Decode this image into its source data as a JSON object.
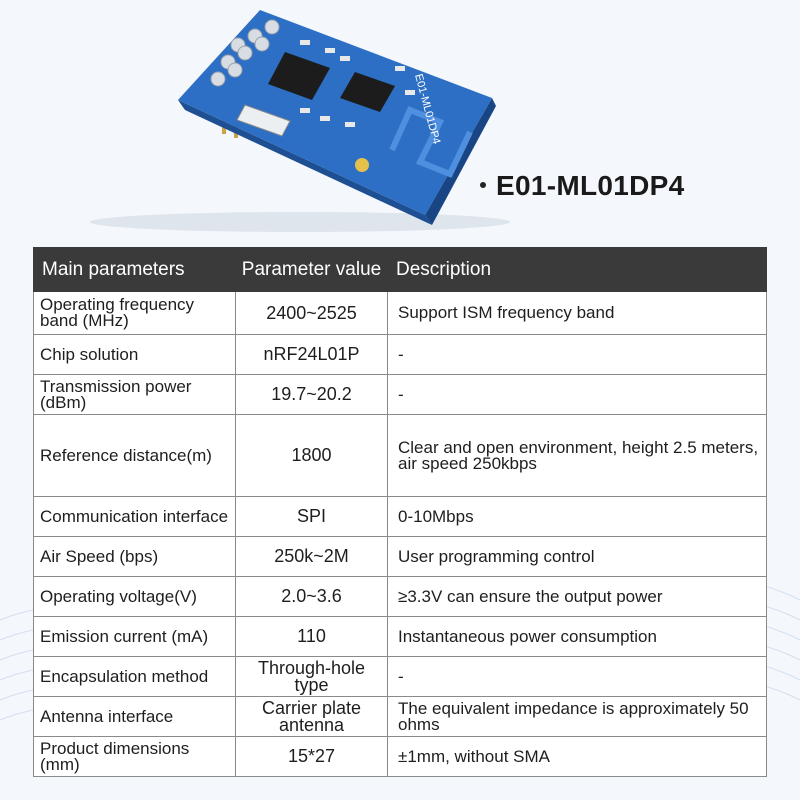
{
  "model_name": "E01-ML01DP4",
  "module_silkscreen": "E01-ML01DP4",
  "table": {
    "headers": [
      "Main parameters",
      "Parameter value",
      "Description"
    ],
    "rows": [
      {
        "parameter": "Operating frequency band (MHz)",
        "value": "2400~2525",
        "description": "Support ISM frequency band"
      },
      {
        "parameter": "Chip solution",
        "value": "nRF24L01P",
        "description": "-"
      },
      {
        "parameter": "Transmission power (dBm)",
        "value": "19.7~20.2",
        "description": "-"
      },
      {
        "parameter": "Reference distance(m)",
        "value": "1800",
        "description": "Clear and open environment, height 2.5 meters, air speed 250kbps"
      },
      {
        "parameter": "Communication interface",
        "value": "SPI",
        "description": "0-10Mbps"
      },
      {
        "parameter": "Air Speed (bps)",
        "value": "250k~2M",
        "description": "User programming control"
      },
      {
        "parameter": "Operating voltage(V)",
        "value": "2.0~3.6",
        "description": "≥3.3V can ensure the output power"
      },
      {
        "parameter": "Emission current (mA)",
        "value": "110",
        "description": "Instantaneous power consumption"
      },
      {
        "parameter": "Encapsulation method",
        "value": "Through-hole type",
        "description": "-"
      },
      {
        "parameter": "Antenna interface",
        "value": "Carrier plate antenna",
        "description": "The equivalent impedance is approximately 50 ohms"
      },
      {
        "parameter": "Product dimensions (mm)",
        "value": "15*27",
        "description": "±1mm, without SMA"
      }
    ]
  },
  "colors": {
    "pcb_blue": "#2d6fc4",
    "header_bg": "#3a3a3a",
    "background": "#f4f7fb"
  }
}
